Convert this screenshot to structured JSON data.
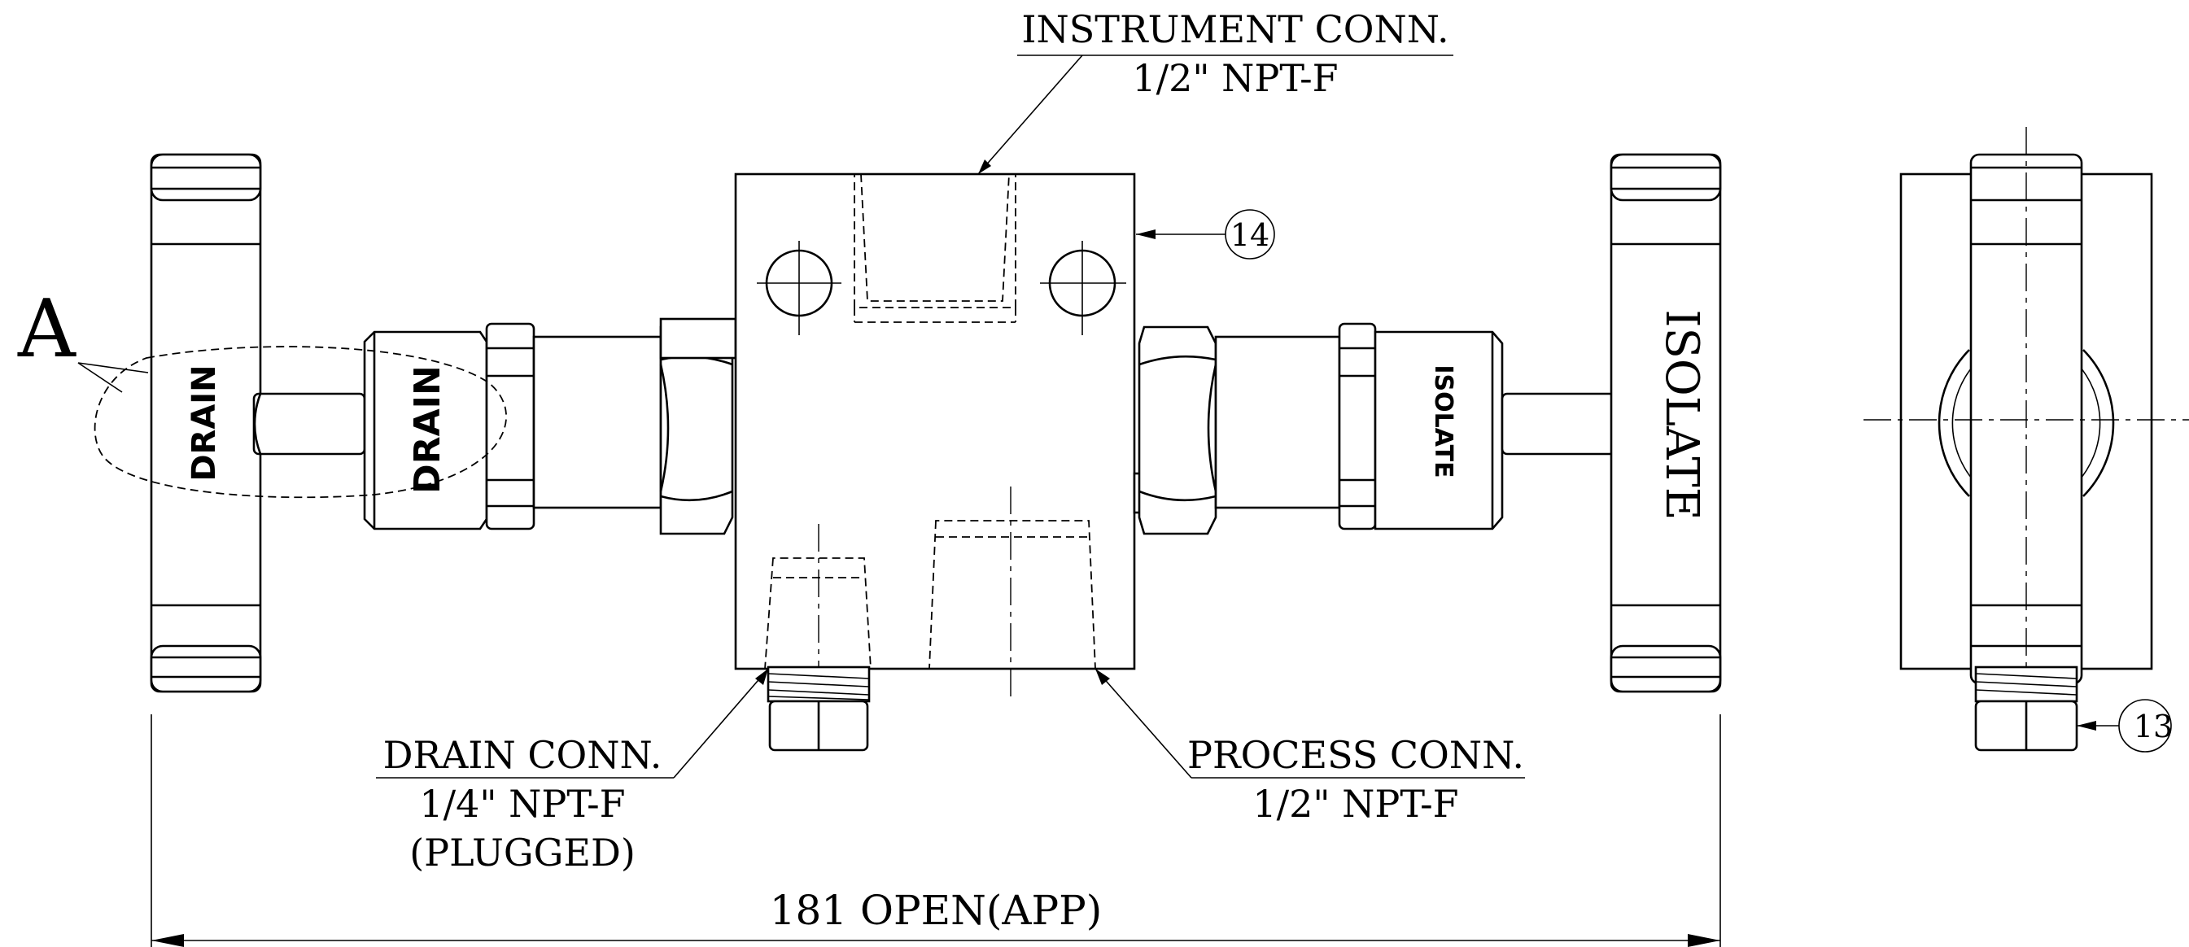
{
  "labels": {
    "instrument_conn": "INSTRUMENT CONN.",
    "instrument_size": "1/2\" NPT-F",
    "drain_conn": "DRAIN CONN.",
    "drain_size": "1/4\" NPT-F",
    "drain_note": "(PLUGGED)",
    "process_conn": "PROCESS CONN.",
    "process_size": "1/2\" NPT-F",
    "dimension": "181 OPEN(APP)",
    "detail": "A"
  },
  "balloons": {
    "body": "14",
    "plug": "13"
  },
  "engravings": {
    "drain_handle": "DRAIN",
    "drain_bonnet": "DRAIN",
    "isolate_bonnet": "ISOLATE",
    "isolate_handle": "ISOLATE"
  }
}
